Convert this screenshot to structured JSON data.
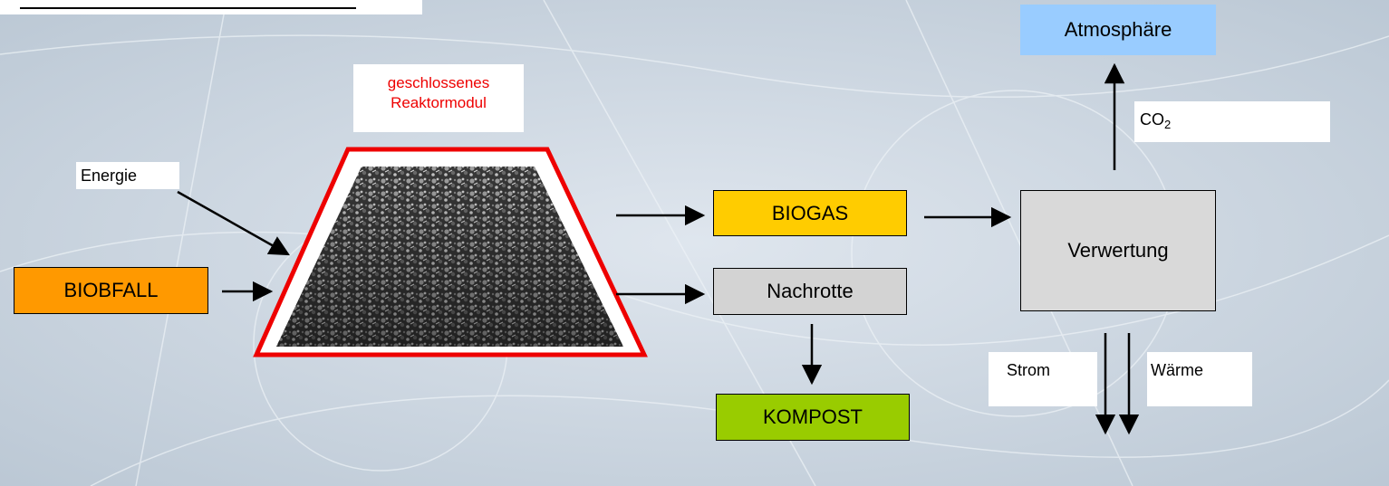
{
  "colors": {
    "background": "#cfd8e2",
    "orange": "#ff9900",
    "yellow": "#ffcc00",
    "grey": "#d3d3d3",
    "green": "#99cc00",
    "blue": "#99ccff",
    "red": "#ee0000"
  },
  "nodes": {
    "biobfall": "BIOBFALL",
    "biogas": "BIOGAS",
    "nachrotte": "Nachrotte",
    "kompost": "KOMPOST",
    "verwertung": "Verwertung",
    "atmosphaere": "Atmosphäre"
  },
  "labels": {
    "energie": "Energie",
    "reactor_line1": "geschlossenes",
    "reactor_line2": "Reaktormodul",
    "co2_main": "CO",
    "co2_sub": "2",
    "strom": "Strom",
    "waerme": "Wärme"
  },
  "reactor_image": "compost-pile-photo"
}
